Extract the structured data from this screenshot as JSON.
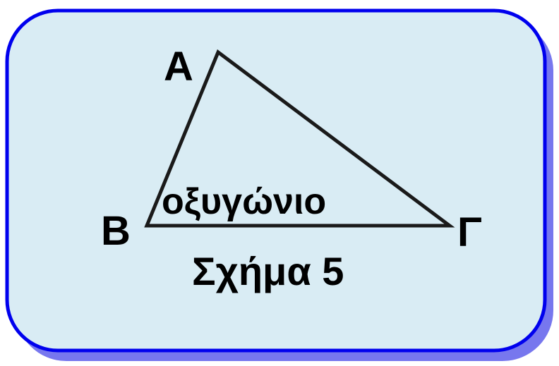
{
  "figure": {
    "vertex_top": "Α",
    "vertex_left": "Β",
    "vertex_right": "Γ",
    "triangle_type": "οξυγώνιο",
    "caption": "Σχήμα 5"
  },
  "colors": {
    "panel_fill": "#d9ecf4",
    "panel_border": "#0000ee",
    "panel_shadow": "#7777ee",
    "triangle_stroke": "#1a1a1a"
  }
}
